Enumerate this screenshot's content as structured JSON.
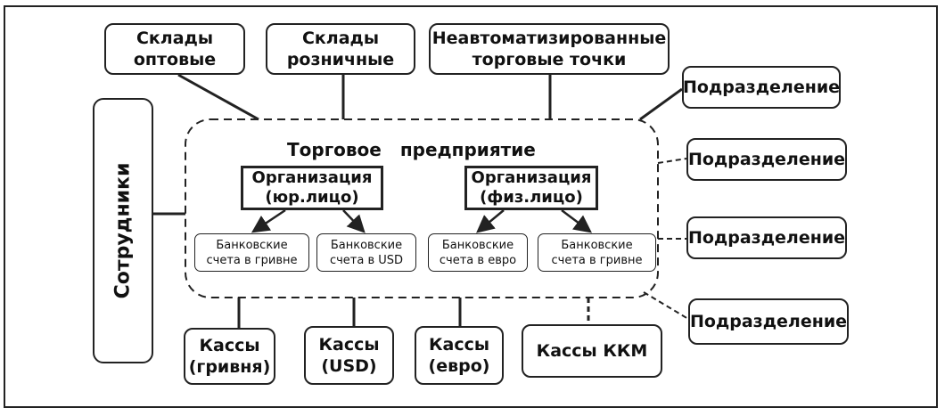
{
  "enterprise_title": "Торговое предприятие",
  "top_nodes": [
    {
      "label": "Склады\nоптовые"
    },
    {
      "label": "Склады\nрозничные"
    },
    {
      "label": "Неавтоматизированные\nторговые точки"
    }
  ],
  "employees_label": "Сотрудники",
  "organizations": [
    {
      "label": "Организация\n(юр.лицо)"
    },
    {
      "label": "Организация\n(физ.лицо)"
    }
  ],
  "bank_accounts": [
    {
      "label": "Банковские\nсчета в гривне"
    },
    {
      "label": "Банковские\nсчета в USD"
    },
    {
      "label": "Банковские\nсчета в евро"
    },
    {
      "label": "Банковские\nсчета в гривне"
    }
  ],
  "divisions": [
    {
      "label": "Подразделение"
    },
    {
      "label": "Подразделение"
    },
    {
      "label": "Подразделение"
    },
    {
      "label": "Подразделение"
    }
  ],
  "cash_desks": [
    {
      "label": "Кассы\n(гривня)"
    },
    {
      "label": "Кассы\n(USD)"
    },
    {
      "label": "Кассы\n(евро)"
    },
    {
      "label": "Кассы ККМ"
    }
  ]
}
